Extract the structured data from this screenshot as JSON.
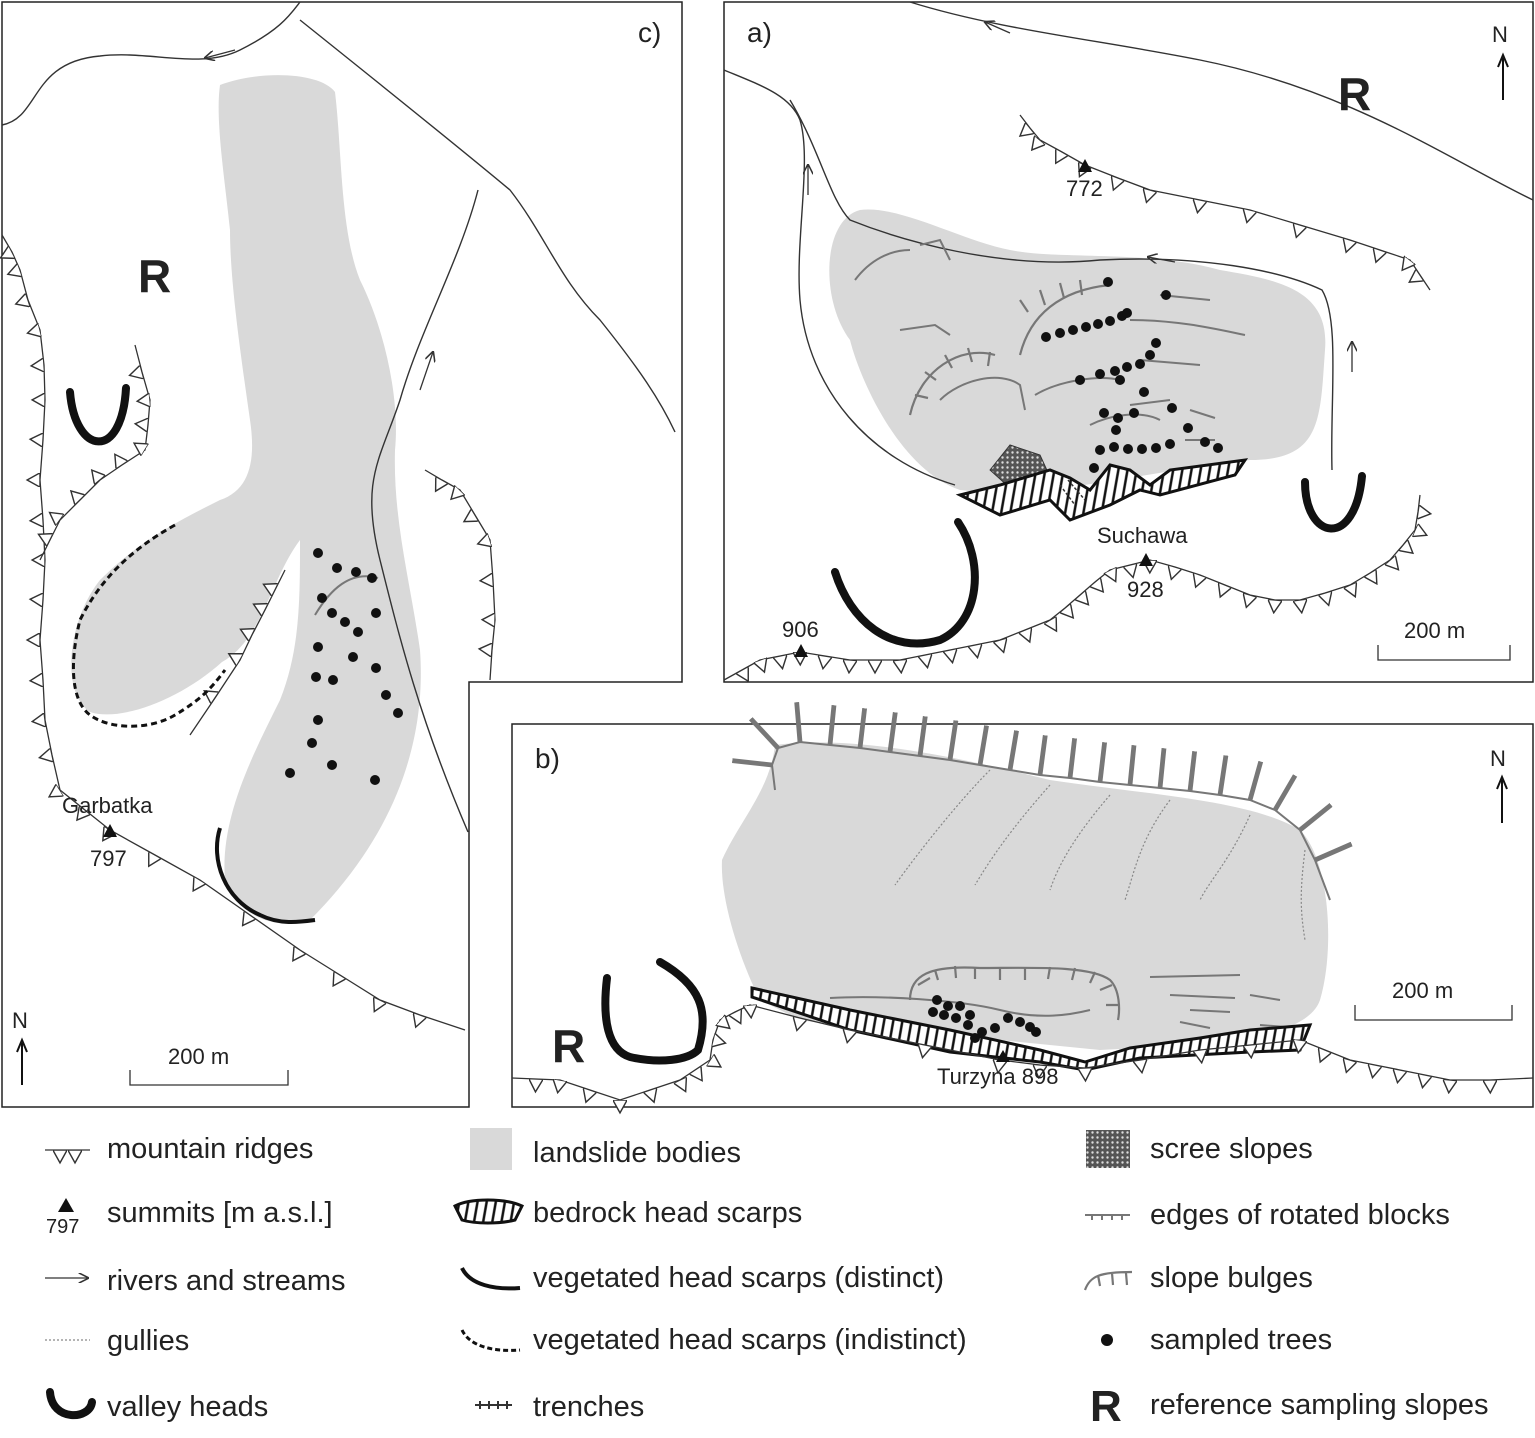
{
  "panels": {
    "c": {
      "label": "c)",
      "reference": "R",
      "summit_name": "Garbatka",
      "summit_elev": "797",
      "scale": "200 m",
      "north": "N"
    },
    "a": {
      "label": "a)",
      "reference": "R",
      "summit_772": "772",
      "summit_suchawa_name": "Suchawa",
      "summit_suchawa_elev": "928",
      "summit_906": "906",
      "scale": "200 m",
      "north": "N"
    },
    "b": {
      "label": "b)",
      "reference": "R",
      "summit": "Turzyna 898",
      "scale": "200 m",
      "north": "N"
    }
  },
  "legend": {
    "mountain_ridges": "mountain ridges",
    "summit_example": "797",
    "summits": "summits [m a.s.l.]",
    "rivers": "rivers and streams",
    "gullies": "gullies",
    "valley_heads": "valley heads",
    "landslide_bodies": "landslide bodies",
    "bedrock_scarps": "bedrock head scarps",
    "veg_distinct": "vegetated head scarps (distinct)",
    "veg_indistinct": "vegetated head scarps (indistinct)",
    "trenches": "trenches",
    "scree": "scree slopes",
    "rotated_edges": "edges of rotated blocks",
    "slope_bulges": "slope bulges",
    "sampled_trees": "sampled trees",
    "reference_symbol": "R",
    "reference_slopes": "reference sampling slopes"
  },
  "colors": {
    "landslide": "#d9d9d9",
    "line": "#333333",
    "edge": "#777777"
  }
}
